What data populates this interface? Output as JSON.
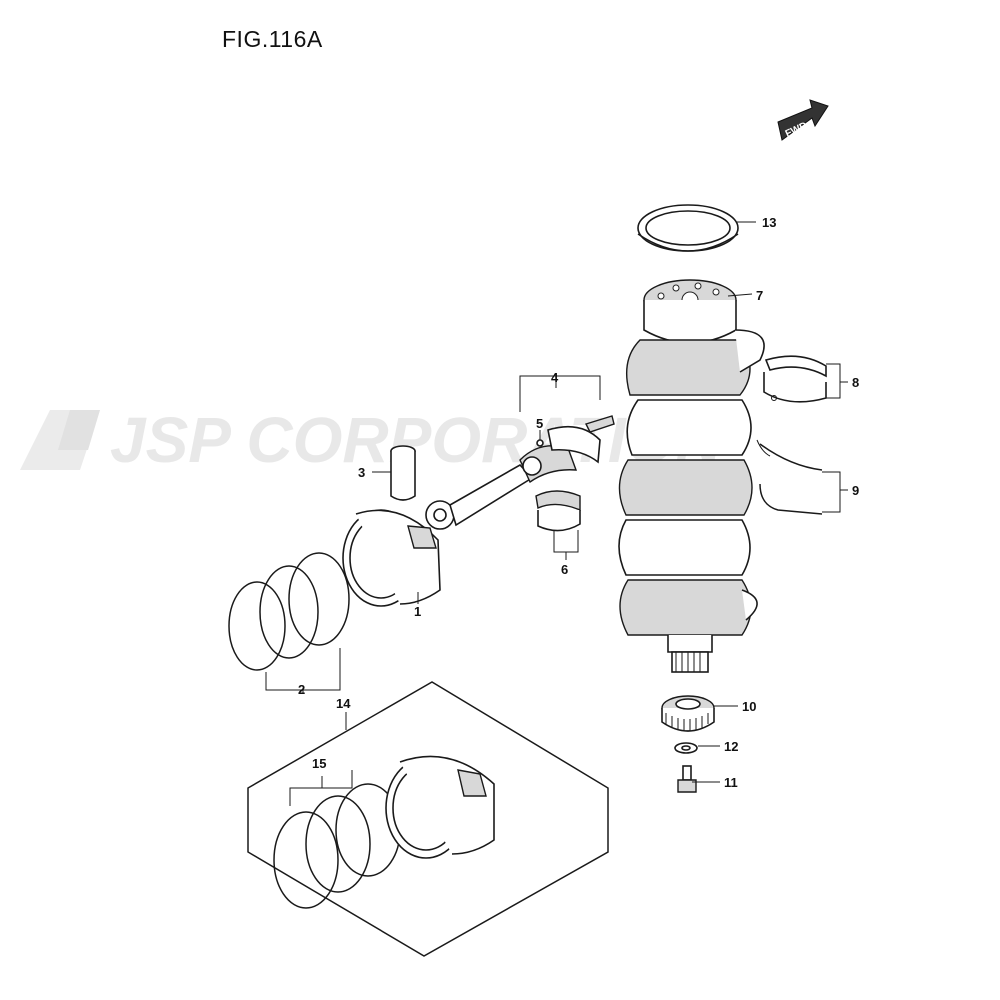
{
  "figure": {
    "title": "FIG.116A"
  },
  "watermark": {
    "text": "JSP CORPORATION"
  },
  "fwd_label": "FWD",
  "callouts": {
    "c1": "1",
    "c2": "2",
    "c3": "3",
    "c4": "4",
    "c5": "5",
    "c6": "6",
    "c7": "7",
    "c8": "8",
    "c9": "9",
    "c10": "10",
    "c11": "11",
    "c12": "12",
    "c13": "13",
    "c14": "14",
    "c15": "15"
  },
  "colors": {
    "line": "#1a1a1a",
    "shade": "#d8d8d8",
    "watermark": "#e6e6e6"
  }
}
